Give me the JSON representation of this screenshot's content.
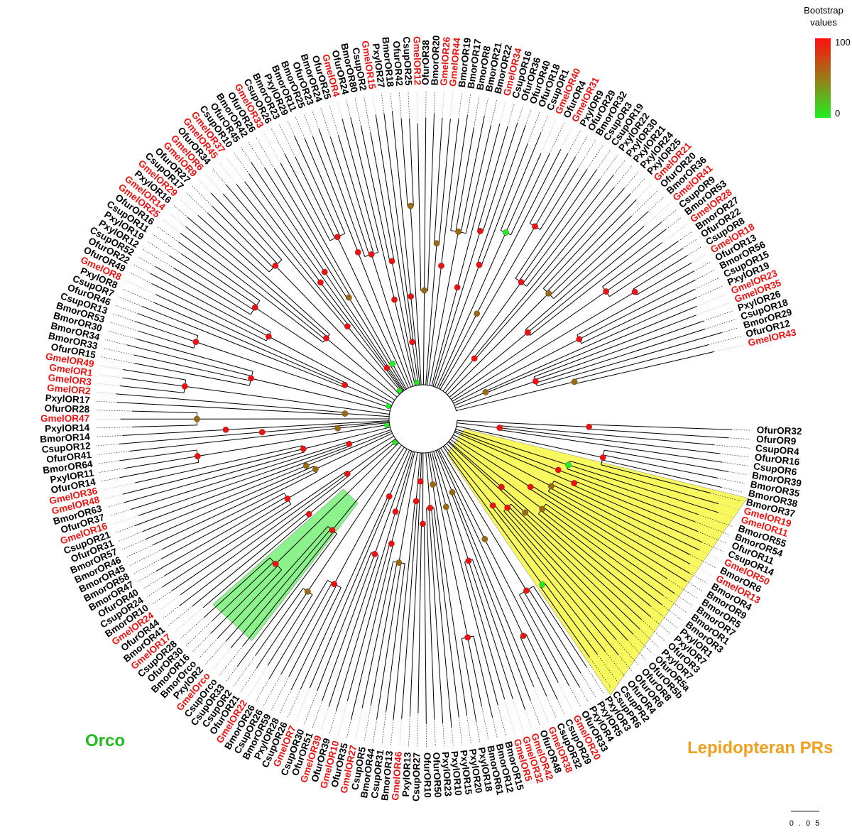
{
  "legend": {
    "title_line1": "Bootstrap",
    "title_line2": "values",
    "max": "100",
    "min": "0"
  },
  "scale_bar": {
    "label": "0 . 0 5"
  },
  "clades": [
    {
      "name": "Orco",
      "color": "#22bb22",
      "highlight": "#66ee66"
    },
    {
      "name": "Lepidopteran PRs",
      "color": "#f0a020",
      "highlight": "#f6f62a"
    }
  ],
  "label_colors": {
    "gmel": "#ee1111",
    "other": "#000000"
  },
  "node_colors": {
    "high": "#ee1111",
    "mid": "#9a6a10",
    "low": "#22ee22"
  },
  "leaves": [
    "OfurOR32",
    "OfurOR9",
    "CsupOR4",
    "OfurOR16",
    "CsupOR6",
    "BmorOR39",
    "BmorOR35",
    "BmorOR38",
    "BmorOR37",
    "GmelOR19",
    "GmelOR11",
    "BmorOR55",
    "BmorOR54",
    "OfurOR11",
    "CsupOR14",
    "GmelOR50",
    "BmorOR6",
    "GmelOR13",
    "BmorOR4",
    "BmorOR9",
    "BmorOR5",
    "BmorOR7",
    "BmorOR1",
    "BmorOR3",
    "PxylOR1",
    "PxylOR7",
    "OfurOR3",
    "PxylOR7",
    "OfurOR5a",
    "OfurOR5b",
    "OfurOR8",
    "OfurOR6",
    "OfurOR4",
    "CsupPR2",
    "CsupPR6",
    "PxylOR3",
    "PxylOR5",
    "PxylOR4",
    "OfurOR33",
    "GmelOR20",
    "CsupOR29",
    "CsupOR32",
    "GmelOR38",
    "OfurOR48",
    "GmelOR42",
    "GmelOR32",
    "GmelOR5",
    "BmorOR15",
    "BmorOR12",
    "BmorOR61",
    "PxylOR18",
    "PxylOR20",
    "PxylOR15",
    "PxylOR10",
    "PxylOR23",
    "OfurOR50",
    "OfurOR10",
    "CsupOR27",
    "PxylOR13",
    "GmelOR46",
    "BmorOR13",
    "CsupOR31",
    "BmorOR44",
    "CsupOR5",
    "GmelOR27",
    "OfurOR35",
    "GmelOR10",
    "OfurOR39",
    "GmelOR39",
    "OfurOR51",
    "CsupOR30",
    "GmelOR7",
    "CsupOR26",
    "PxylOR28",
    "BmorOR59",
    "CsupOR26",
    "BmorOR26",
    "GmelOR22",
    "OfurOR21",
    "CsupOR2",
    "CsupOR33",
    "CsupOrco",
    "GmelOrco",
    "PxylOR2",
    "BmorOrco",
    "BmorOR16",
    "OfurOR30",
    "CsupOR28",
    "GmelOR17",
    "BmorOR41",
    "OfurOR44",
    "GmelOR24",
    "BmorOR10",
    "CsupOR24",
    "OfurOR40",
    "BmorOR47",
    "BmorOR58",
    "BmorOR45",
    "BmorOR46",
    "BmorOR57",
    "OfurOR31",
    "CsupOR21",
    "GmelOR16",
    "OfurOR37",
    "BmorOR63",
    "GmelOR48",
    "GmelOR36",
    "OfurOR14",
    "PxylOR11",
    "BmorOR64",
    "OfurOR41",
    "CsupOR12",
    "BmorOR14",
    "PxylOR14",
    "GmelOR47",
    "OfurOR28",
    "PxylOR17",
    "GmelOR2",
    "GmelOR3",
    "GmelOR1",
    "GmelOR49",
    "OfurOR15",
    "BmorOR33",
    "BmorOR34",
    "BmorOR30",
    "BmorOR53",
    "CsupOR13",
    "OfurOR46",
    "CsupOR7",
    "PxylOR8",
    "GmelOR8",
    "OfurOR49",
    "OfurOR22",
    "CsupOR52",
    "PxylOR12",
    "PxylOR19",
    "CsupOR11",
    "OfurOR16",
    "GmelOR25",
    "GmelOR14",
    "PxylOR16",
    "GmelOR29",
    "CsupOR17",
    "OfurOR27",
    "GmelOR9",
    "GmelOR6",
    "OfurOR34",
    "GmelOR45",
    "GmelOR37",
    "CsupOR10",
    "OfurOR45",
    "BmorOR42",
    "OfurOR26",
    "GmelOR33",
    "CsupOR26",
    "BmorOR23",
    "PxylOR29",
    "BmorOR11",
    "BmorOR25",
    "OfurOR23",
    "BmorOR24",
    "OfurOR25",
    "GmelOR4",
    "OfurOR24",
    "BmorOR80",
    "CsupOR2",
    "GmelOR15",
    "PxylOR27",
    "BmorOR18",
    "OfurOR42",
    "CsupOR25",
    "GmelOR12",
    "OfurOR38",
    "BmorOR20",
    "GmelOR26",
    "GmelOR44",
    "BmorOR19",
    "BmorOR17",
    "BmorOR8",
    "BmorOR21",
    "BmorOR22",
    "GmelOR34",
    "CsupOR16",
    "OfurOR36",
    "OfurOR40",
    "OfurOR18",
    "CsupOR1",
    "GmelOR40",
    "OfurOR4",
    "GmelOR31",
    "PxylOR9",
    "OfurOR29",
    "BmorOR32",
    "CsupOR3",
    "CsupOR19",
    "PxylOR22",
    "PxylOR30",
    "PxylOR21",
    "PxylOR24",
    "PxylOR25",
    "GmelOR21",
    "OfurOR20",
    "BmorOR36",
    "GmelOR41",
    "CsupOR9",
    "BmorOR53",
    "GmelOR28",
    "BmorOR27",
    "OfurOR22",
    "CsupOR8",
    "GmelOR18",
    "OfurOR13",
    "BmorOR56",
    "CsupOR15",
    "PxylOR19",
    "GmelOR23",
    "GmelOR35",
    "PxylOR26",
    "CsupOR18",
    "BmorOR29",
    "OfurOR12",
    "GmelOR43"
  ]
}
